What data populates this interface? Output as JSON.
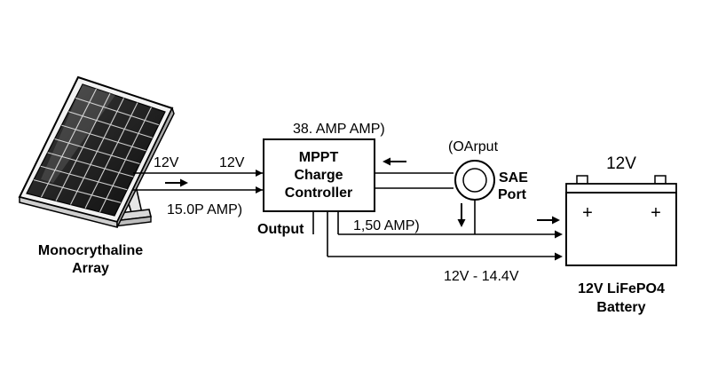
{
  "diagram": {
    "solar_panel": {
      "label_line1": "Monocrythaline",
      "label_line2": "Array"
    },
    "controller": {
      "title_line1": "MPPT",
      "title_line2": "Charge",
      "title_line3": "Controller",
      "top_label": "38. AMP AMP)",
      "output_label": "Output"
    },
    "input_wires": {
      "voltage_left": "12V",
      "voltage_right": "12V",
      "current": "15.0P AMP)"
    },
    "sae_port": {
      "top_label": "(OArput",
      "label_line1": "SAE",
      "label_line2": "Port"
    },
    "output_wires": {
      "current": "1,50 AMP)",
      "voltage_range": "12V - 14.4V"
    },
    "battery": {
      "voltage": "12V",
      "terminal_left": "+",
      "terminal_right": "+",
      "label_line1": "12V LiFePO4",
      "label_line2": "Battery"
    }
  }
}
